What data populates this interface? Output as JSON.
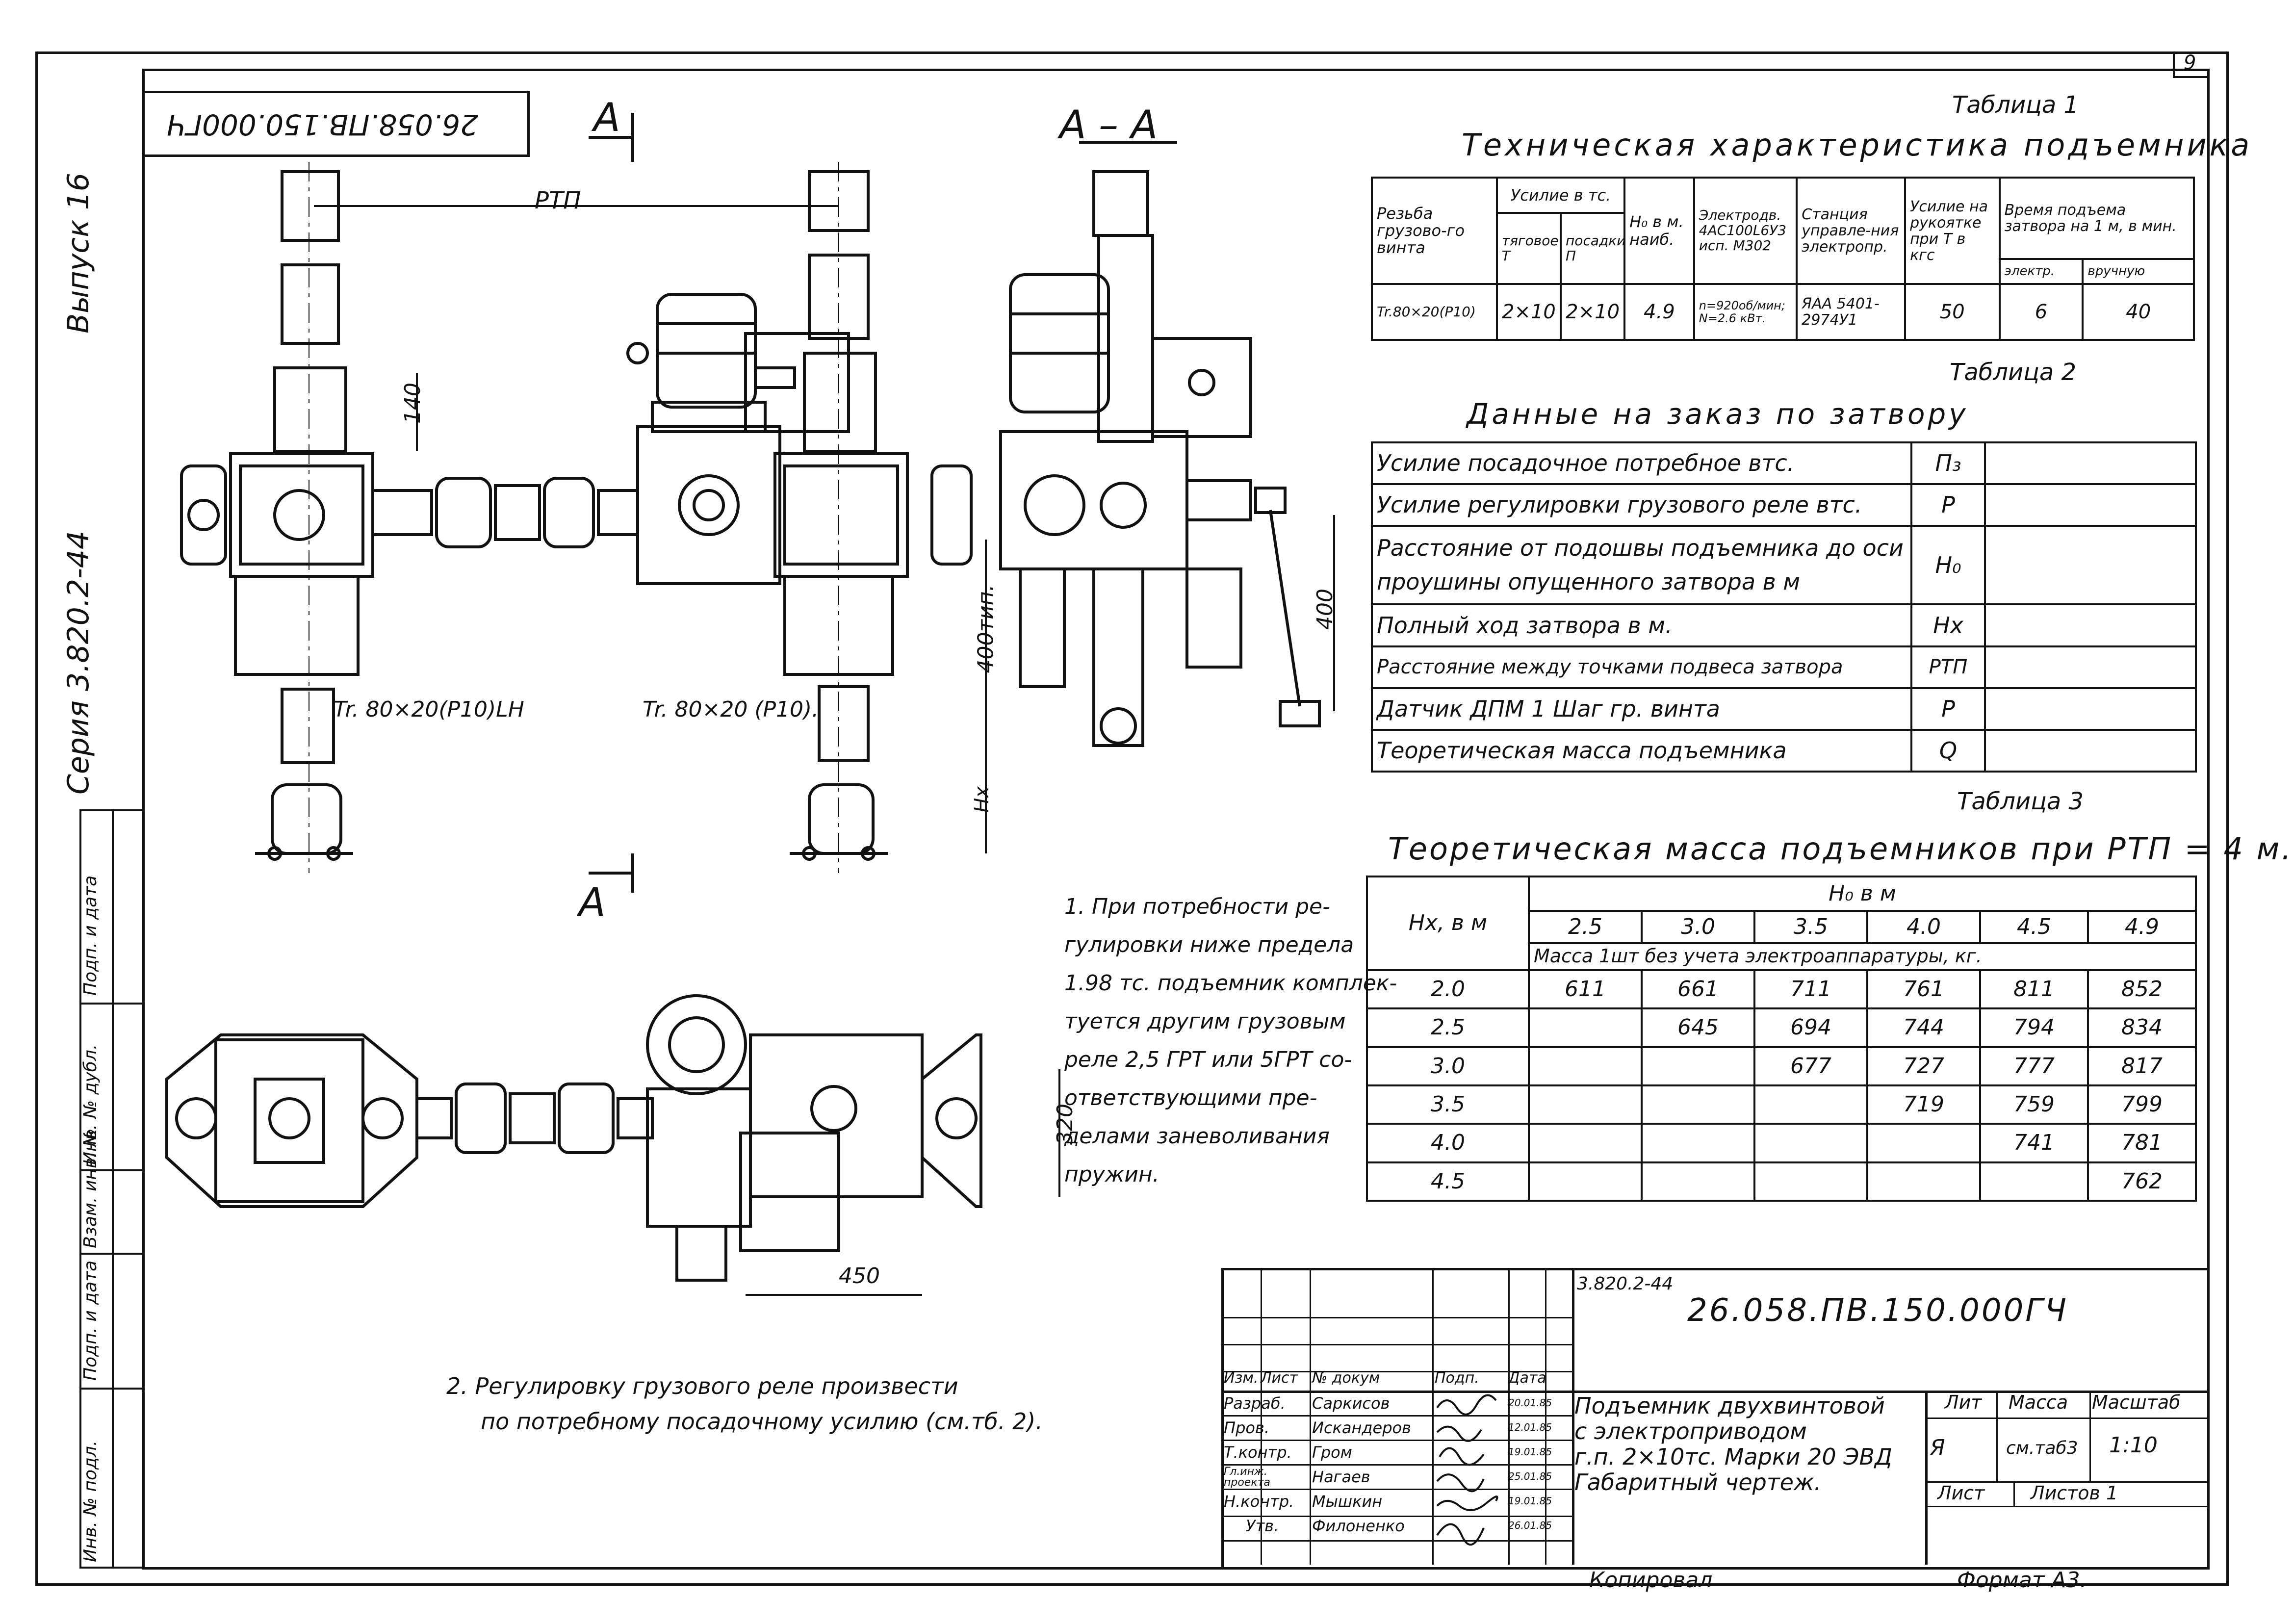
{
  "page_number": "9",
  "top_stamp": "26.058.ПВ.150.000ГЧ",
  "side_series": "Серия 3.820.2-44",
  "side_issue": "Выпуск 16",
  "side_columns": [
    "Инв. № подл.",
    "Подп. и дата",
    "Взам. инв. №",
    "Инв. № дубл.",
    "Подп. и дата"
  ],
  "drawing": {
    "section_mark": "А",
    "section_view": "А – А",
    "dims": {
      "rtp": "РТП",
      "d140": "140",
      "d400tip": "400тип.",
      "d400": "400",
      "hx": "Hx",
      "d320": "320",
      "d450": "450"
    },
    "thread_left": "Tr. 80×20(P10)LH",
    "thread_right": "Tr. 80×20 (P10)."
  },
  "table1": {
    "label": "Таблица 1",
    "title": "Техническая характеристика подъемника",
    "h_thread": "Резьба грузово-го винта",
    "h_force": "Усилие в тс.",
    "h_force_t": "тяговое Т",
    "h_force_p": "посадки П",
    "h_h0": "H₀ в м. наиб.",
    "h_motor": "Электродв. 4АС100L6У3 исп. М302",
    "h_station": "Станция управле-ния электропр.",
    "h_handle": "Усилие на рукоятке при Т в кгс",
    "h_time": "Время подъема затвора на 1 м, в мин.",
    "h_time_e": "электр.",
    "h_time_m": "вручную",
    "row": [
      "Tr.80×20(P10)",
      "2×10",
      "2×10",
      "4.9",
      "n=920об/мин; N=2.6 кВт.",
      "ЯАА 5401-2974У1",
      "50",
      "6",
      "40"
    ]
  },
  "table2": {
    "label": "Таблица 2",
    "title": "Данные на заказ по затвору",
    "rows": [
      {
        "name": "Усилие посадочное потребное втс.",
        "sym": "П₃"
      },
      {
        "name": "Усилие регулировки грузового реле втс.",
        "sym": "Р"
      },
      {
        "name": "Расстояние от подошвы подъемника до оси проушины опущенного затвора в м",
        "sym": "H₀"
      },
      {
        "name": "Полный ход затвора в м.",
        "sym": "Hx"
      },
      {
        "name": "Расстояние между точками подвеса затвора",
        "sym": "РТП"
      },
      {
        "name": "Датчик ДПМ 1 Шаг гр. винта",
        "sym": "Р"
      },
      {
        "name": "Теоретическая масса подъемника",
        "sym": "Q"
      }
    ]
  },
  "table3": {
    "label": "Таблица 3",
    "title": "Теоретическая масса подъемников при РТП = 4 м.",
    "h_row": "Hx, в м",
    "h_h0": "H₀ в м",
    "h_cols": [
      "2.5",
      "3.0",
      "3.5",
      "4.0",
      "4.5",
      "4.9"
    ],
    "h_note": "Масса 1шт без учета электроаппаратуры, кг.",
    "rows": [
      {
        "hx": "2.0",
        "v": [
          "611",
          "661",
          "711",
          "761",
          "811",
          "852"
        ]
      },
      {
        "hx": "2.5",
        "v": [
          "",
          "645",
          "694",
          "744",
          "794",
          "834"
        ]
      },
      {
        "hx": "3.0",
        "v": [
          "",
          "",
          "677",
          "727",
          "777",
          "817"
        ]
      },
      {
        "hx": "3.5",
        "v": [
          "",
          "",
          "",
          "719",
          "759",
          "799"
        ]
      },
      {
        "hx": "4.0",
        "v": [
          "",
          "",
          "",
          "",
          "741",
          "781"
        ]
      },
      {
        "hx": "4.5",
        "v": [
          "",
          "",
          "",
          "",
          "",
          "762"
        ]
      }
    ]
  },
  "notes": {
    "n1": [
      "1. При потребности ре-",
      "гулировки ниже предела",
      "1.98 тс. подъемник комплек-",
      "туется другим грузовым",
      "реле 2,5 ГРТ или 5ГРТ со-",
      "ответствующими пре-",
      "делами заневоливания",
      "пружин."
    ],
    "n2": [
      "2. Регулировку грузового реле произвести",
      "по потребному посадочному усилию (см.тб. 2)."
    ]
  },
  "title_block": {
    "series": "3.820.2-44",
    "doc": "26.058.ПВ.150.000ГЧ",
    "header": [
      "Изм.",
      "Лист",
      "№ докум",
      "Подп.",
      "Дата"
    ],
    "people": [
      {
        "role": "Разраб.",
        "name": "Саркисов",
        "date": "20.01.85"
      },
      {
        "role": "Пров.",
        "name": "Искандеров",
        "date": "12.01.85"
      },
      {
        "role": "Т.контр.",
        "name": "Гром",
        "date": "19.01.85"
      },
      {
        "role": "Гл.инж. проекта",
        "name": "Нагаев",
        "date": "25.01.85"
      },
      {
        "role": "Н.контр.",
        "name": "Мышкин",
        "date": "19.01.85"
      },
      {
        "role": "Утв.",
        "name": "Филоненко",
        "date": "26.01.85"
      }
    ],
    "title_lines": [
      "Подъемник двухвинтовой",
      "с электроприводом",
      "г.п. 2×10тс. Марки 20 ЭВД",
      "Габаритный чертеж."
    ],
    "lit": "Лит",
    "mass": "Масса",
    "scale": "Масштаб",
    "lit_val": "Я",
    "mass_val": "см.таб3",
    "scale_val": "1:10",
    "sheet": "Лист",
    "sheets": "Листов 1"
  },
  "footer": {
    "copied": "Копировал",
    "format": "Формат А3."
  }
}
